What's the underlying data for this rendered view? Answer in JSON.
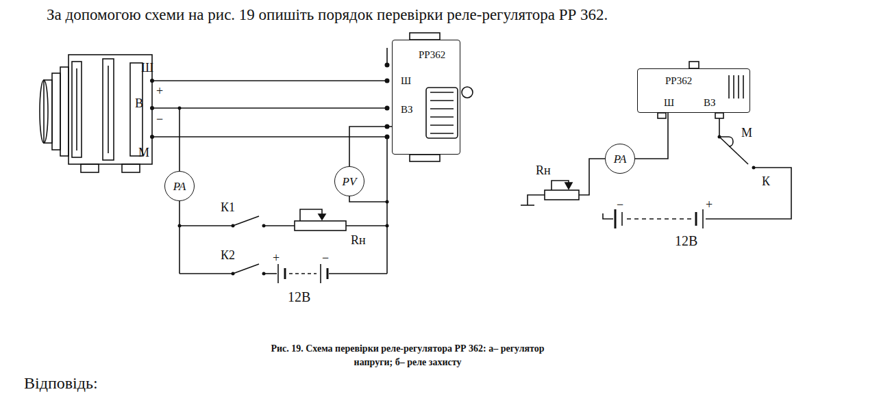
{
  "diagram": {
    "title": "За допомогою схеми на рис.  19 опишіть порядок перевірки реле-регулятора РР 362.",
    "caption": "Рис. 19. Схема перевірки реле-регулятора РР 362: а– регулятор напруги; б– реле захисту",
    "nodes": [
      {
        "text": [
          "РР362",
          "Ш",
          "ВЗ"
        ]
      },
      {
        "text": [
          "PA"
        ]
      },
      {
        "text": [
          "PV"
        ]
      },
      {
        "text": [
          "РР362",
          "Ш",
          "ВЗ"
        ]
      },
      {
        "text": [
          "PA"
        ]
      }
    ],
    "edges": [
      {
        "from": 2,
        "to": 0,
        "arrow": "none"
      },
      {
        "from": 4,
        "to": 3,
        "arrow": "none"
      }
    ],
    "labels": [
      "Ш",
      "+",
      "В",
      "−",
      "М",
      "К1",
      "К2",
      "Rн",
      "+",
      "−",
      "12В",
      "М",
      "К",
      "Rн",
      "−",
      "+",
      "12В",
      "Відповідь:"
    ]
  }
}
